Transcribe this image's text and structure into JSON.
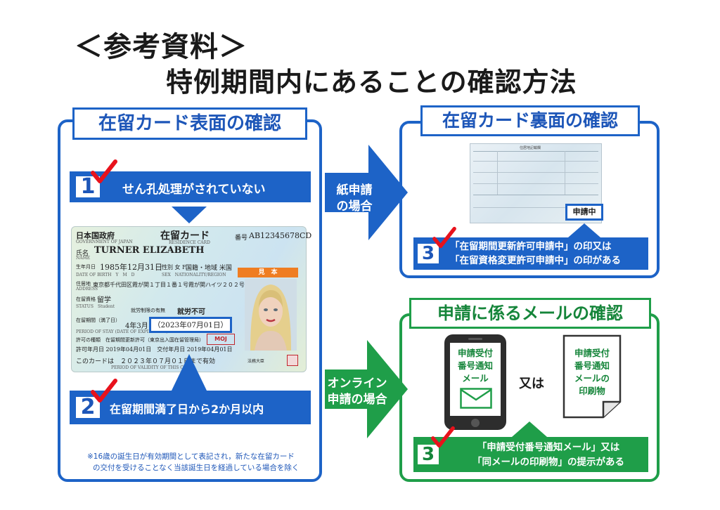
{
  "titles": {
    "reference": "＜参考資料＞",
    "main": "特例期間内にあることの確認方法"
  },
  "left": {
    "title": "在留カード表面の確認",
    "check1": {
      "num": "1",
      "text": "せん孔処理がされていない"
    },
    "check2": {
      "num": "2",
      "text": "在留期間満了日から2か月以内"
    },
    "note_lines": [
      "※16歳の誕生日が有効期間として表記され，新たな在留カード",
      "の交付を受けることなく当該誕生日を経過している場合を除く"
    ],
    "card": {
      "country": "日本国政府",
      "country_en": "GOVERNMENT OF JAPAN",
      "card_title": "在留カード",
      "card_title_en": "RESIDENCE CARD",
      "number_label": "番号",
      "number": "AB12345678CD",
      "name_label": "氏名",
      "name_en_label": "NAME",
      "name": "TURNER ELIZABETH",
      "dob_label": "生年月日",
      "dob": "1985年12月31日",
      "dob_en": "DATE OF BIRTH　Y　M　D",
      "sex": "性別 女 F.",
      "nationality": "国籍・地域 米国",
      "nationality_en": "SEX　NATIONALITY/REGION",
      "address_label": "住居地",
      "address_en": "ADDRESS",
      "address": "東京都千代田区霞が関１丁目１番１号霞が関ハイツ２０２号",
      "status_label": "在留資格",
      "status": "留学",
      "status_en": "STATUS　Student",
      "mihon": "見　本",
      "work_label": "就労制限の有無",
      "work": "就労不可",
      "period_label": "在留期間（満了日）",
      "period_en": "PERIOD OF STAY (DATE OF EXPIRATION)",
      "period": "4年3月",
      "expiry": "（2023年07月01日）",
      "permit_type": "許可の種類　在留期間更新許可（東京出入国在留管理局）",
      "permit_date": "許可年月日 2019年04月01日　交付年月日 2019年04月01日",
      "moj": "MOJ",
      "valid": "このカードは　２０２３年０７月０１日まで有効",
      "valid_en": "PERIOD OF VALIDITY OF THIS CARD",
      "issuer": "法務大臣"
    }
  },
  "arrows": {
    "paper": [
      "紙申請",
      "の場合"
    ],
    "online": [
      "オンライン",
      "申請の場合"
    ]
  },
  "right_top": {
    "title": "在留カード裏面の確認",
    "stamp": "申請中",
    "back_header": "住居地記載欄",
    "check3": {
      "num": "3",
      "lines": [
        "「在留期間更新許可申請中」の印又は",
        "「在留資格変更許可申請中」の印がある"
      ]
    }
  },
  "right_bottom": {
    "title": "申請に係るメールの確認",
    "phone_text": [
      "申請受付",
      "番号通知",
      "メール"
    ],
    "or": "又は",
    "paper_text": [
      "申請受付",
      "番号通知",
      "メールの",
      "印刷物"
    ],
    "check3": {
      "num": "3",
      "lines": [
        "「申請受付番号通知メール」又は",
        "「同メールの印刷物」の提示がある"
      ]
    }
  },
  "colors": {
    "blue": "#1d63c7",
    "green": "#1f9e49",
    "check": "#e8121c"
  }
}
